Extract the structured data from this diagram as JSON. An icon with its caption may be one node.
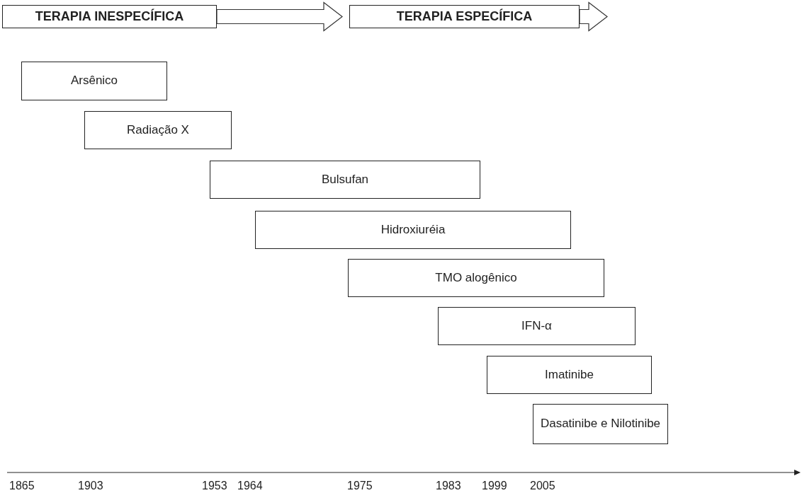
{
  "diagram": {
    "nodes": [
      {
        "text": [
          "TERAPIA INESPECÍFICA"
        ]
      },
      {
        "text": [
          "TERAPIA ESPECÍFICA"
        ]
      },
      {
        "text": [
          "Arsênico"
        ]
      },
      {
        "text": [
          "Radiação X"
        ]
      },
      {
        "text": [
          "Bulsufan"
        ]
      },
      {
        "text": [
          "Hidroxiuréia"
        ]
      },
      {
        "text": [
          "TMO alogênico"
        ]
      },
      {
        "text": [
          "IFN-α"
        ]
      },
      {
        "text": [
          "Imatinibe"
        ]
      },
      {
        "text": [
          "Dasatinibe e Nilotinibe"
        ]
      }
    ],
    "edges": [
      {
        "from": 0,
        "to": 1,
        "arrow": "to"
      },
      {
        "from": 1,
        "to": null,
        "arrow": "to"
      }
    ],
    "labels": [
      "1865",
      "1903",
      "1953",
      "1964",
      "1975",
      "1983",
      "1999",
      "2005"
    ]
  }
}
